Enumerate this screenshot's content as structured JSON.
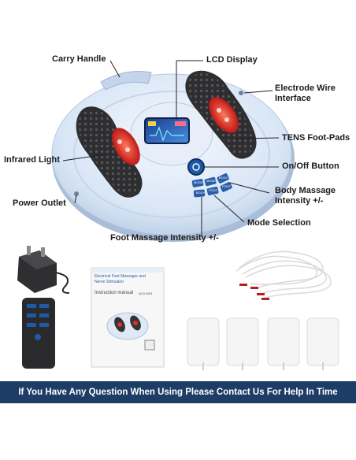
{
  "callouts": {
    "carry_handle": "Carry Handle",
    "lcd_display": "LCD Display",
    "electrode_wire_interface_line1": "Electrode Wire",
    "electrode_wire_interface_line2": "Interface",
    "tens_foot_pads": "TENS Foot-Pads",
    "infrared_light": "Infrared Light",
    "on_off_button": "On/Off Button",
    "power_outlet": "Power Outlet",
    "body_massage_line1": "Body Massage",
    "body_massage_line2": "Intensity +/-",
    "mode_selection": "Mode Selection",
    "foot_massage_intensity": "Foot Massage Intensity +/-"
  },
  "device_buttons": [
    "MODE",
    "MODE",
    "BODY",
    "BODY",
    "FOOT",
    "FOOT"
  ],
  "manual": {
    "title_line1": "Electrical Foot Massager and",
    "title_line2": "Nerve Stimulator",
    "subtitle": "Instruction manual",
    "model": "ACX-M03"
  },
  "banner": "If You Have Any Question When Using Please Contact Us For Help In Time",
  "colors": {
    "banner_bg": "#1e3d66",
    "device_body": "#dfeaf7",
    "foot_pad": "#2e2e30",
    "infrared": "#e02c2c"
  }
}
